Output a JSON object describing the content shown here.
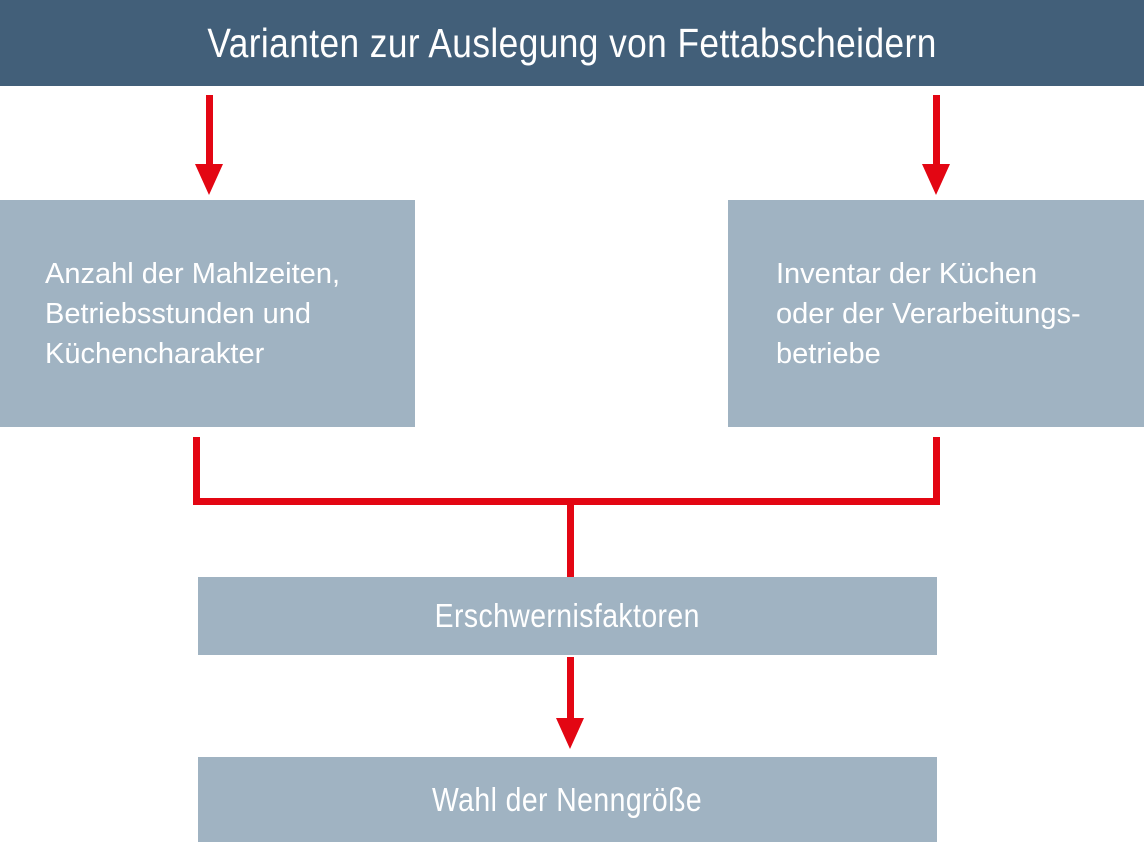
{
  "diagram": {
    "title": "Varianten zur Auslegung von Fettabscheidern",
    "boxes": {
      "left": {
        "lines": [
          "Anzahl der Mahlzeiten,",
          "Betriebsstunden und",
          "Küchencharakter"
        ]
      },
      "right": {
        "lines": [
          "Inventar der Küchen",
          "oder der Verarbeitungs-",
          "betriebe"
        ]
      },
      "middle": {
        "label": "Erschwernisfaktoren"
      },
      "bottom": {
        "label": "Wahl der Nenngröße"
      }
    },
    "colors": {
      "header_bg": "#425f79",
      "box_bg": "#a0b3c2",
      "arrow_red": "#e30613",
      "text": "#ffffff"
    }
  }
}
